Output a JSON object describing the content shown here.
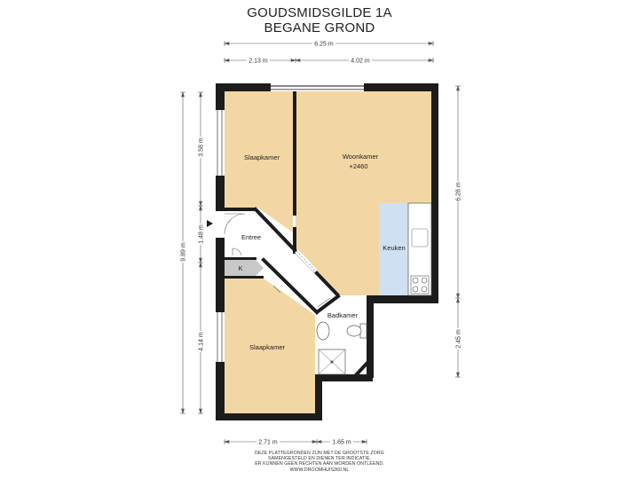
{
  "title": {
    "line1": "GOUDSMIDSGILDE 1A",
    "line2": "BEGANE GROND"
  },
  "dimensions": {
    "top_total": "6.25 m",
    "top_left": "2.13 m",
    "top_right": "4.02 m",
    "left_total": "9.89 m",
    "left_top": "3.58 m",
    "left_mid": "1.48 m",
    "left_bottom": "4.14 m",
    "right_top": "6.28 m",
    "right_bottom": "2.45 m",
    "bottom_left": "2.71 m",
    "bottom_right": "1.65 m"
  },
  "rooms": {
    "slaapkamer_top": "Slaapkamer",
    "woonkamer": "Woonkamer",
    "woonkamer_level": "+2460",
    "keuken": "Keuken",
    "entree": "Entree",
    "kast": "K",
    "badkamer": "Badkamer",
    "slaapkamer_bottom": "Slaapkamer"
  },
  "colors": {
    "room_fill": "#f2d7a4",
    "kitchen_fill": "#cfe0f2",
    "bath_fill": "#ffffff",
    "hall_fill": "#ffffff",
    "storage_fill": "#c8c8c8",
    "wall": "#1c1c1c"
  },
  "footer": {
    "line1": "DEZE PLATTEGRONDEN ZIJN MET DE GROOTSTE ZORG",
    "line2": "SAMENGESTELD EN DIENEN TER INDICATIE.",
    "line3": "ER KUNNEN GEEN RECHTEN AAN WORDEN ONTLEEND.",
    "line4": "WWW.DROOMHUIS360.NL"
  }
}
